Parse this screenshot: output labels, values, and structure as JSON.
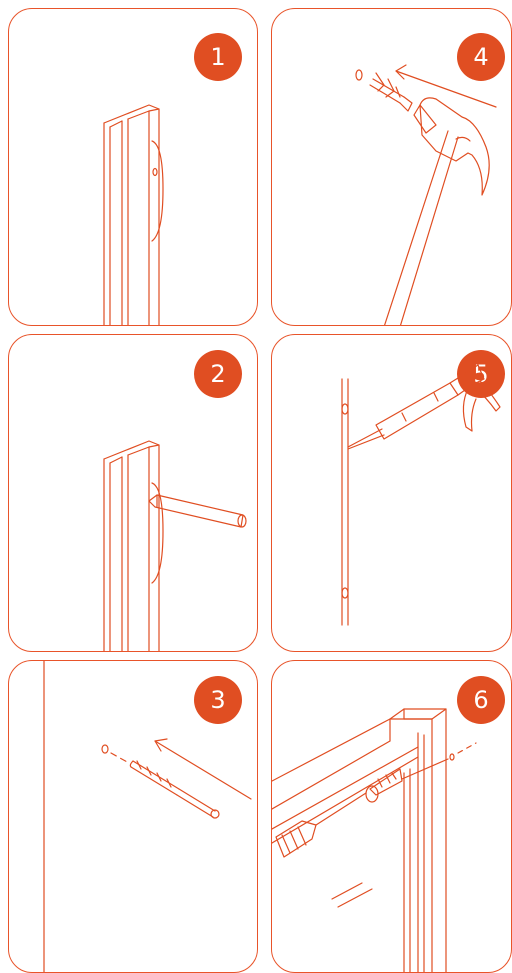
{
  "steps": [
    {
      "number": "1",
      "action": "profile"
    },
    {
      "number": "2",
      "action": "mark-holes"
    },
    {
      "number": "3",
      "action": "drill"
    },
    {
      "number": "4",
      "action": "insert-wall-plug"
    },
    {
      "number": "5",
      "action": "apply-sealant"
    },
    {
      "number": "6",
      "action": "screw-frame"
    }
  ],
  "colors": {
    "accent": "#e04e22",
    "border": "#e8542a",
    "background": "#ffffff"
  }
}
